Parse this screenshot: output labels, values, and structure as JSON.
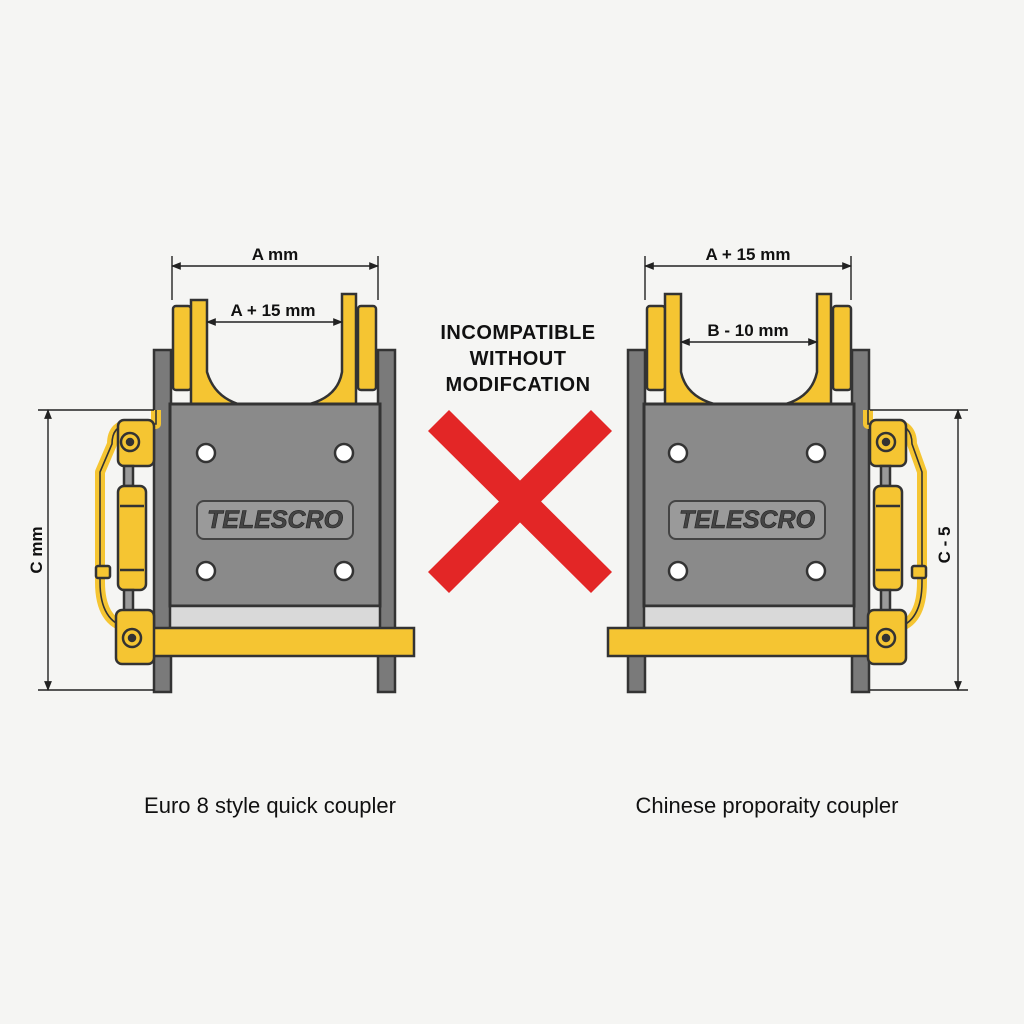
{
  "colors": {
    "background": "#f5f5f3",
    "plate": "#8a8a8a",
    "plate_dark": "#444444",
    "yellow": "#f5c532",
    "yellow_dark": "#b8860b",
    "cross": "#e32626"
  },
  "left_coupler": {
    "dim_top": "A mm",
    "dim_inner": "A + 15 mm",
    "dim_side": "C mm",
    "logo": "TELESCRO",
    "caption": "Euro 8 style quick coupler"
  },
  "right_coupler": {
    "dim_top": "A + 15 mm",
    "dim_inner": "B - 10 mm",
    "dim_side": "C - 5",
    "logo": "TELESCRO",
    "caption": "Chinese proporaity coupler"
  },
  "warning": {
    "line1": "INCOMPATIBLE",
    "line2": "WITHOUT",
    "line3": "MODIFCATION",
    "icon": "red-x-icon"
  }
}
